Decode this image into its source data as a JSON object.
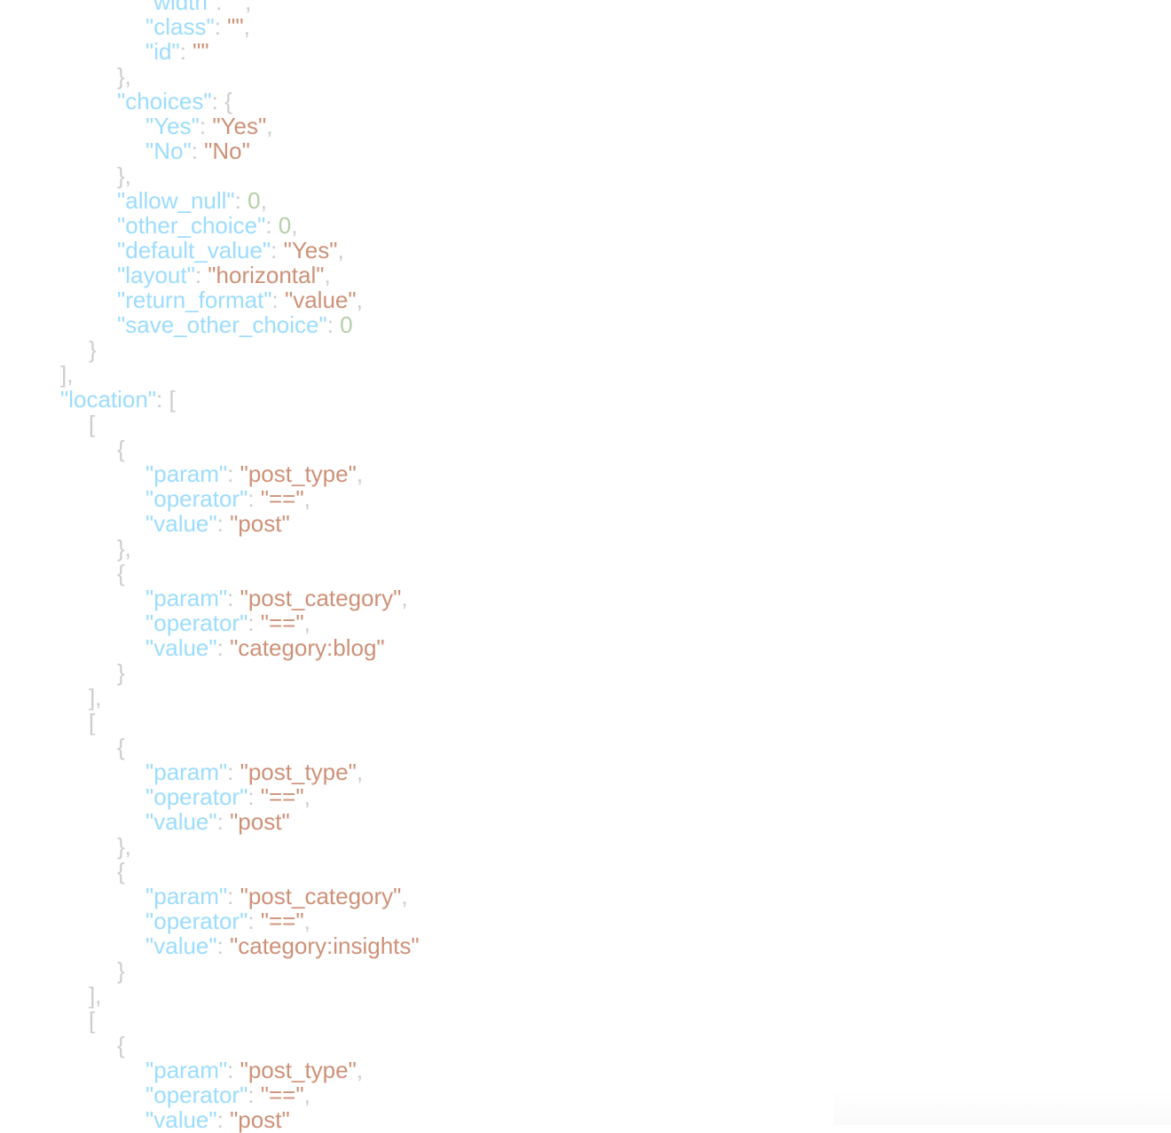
{
  "code_viewer": {
    "lines": [
      {
        "indent": 5,
        "tokens": [
          [
            "key",
            "\"width\""
          ],
          [
            "pun",
            ": "
          ],
          [
            "str",
            "\"\""
          ],
          [
            "pun",
            ","
          ]
        ]
      },
      {
        "indent": 5,
        "tokens": [
          [
            "key",
            "\"class\""
          ],
          [
            "pun",
            ": "
          ],
          [
            "str",
            "\"\""
          ],
          [
            "pun",
            ","
          ]
        ]
      },
      {
        "indent": 5,
        "tokens": [
          [
            "key",
            "\"id\""
          ],
          [
            "pun",
            ": "
          ],
          [
            "str",
            "\"\""
          ]
        ]
      },
      {
        "indent": 4,
        "tokens": [
          [
            "pun",
            "},"
          ]
        ]
      },
      {
        "indent": 4,
        "tokens": [
          [
            "key",
            "\"choices\""
          ],
          [
            "pun",
            ": {"
          ]
        ]
      },
      {
        "indent": 5,
        "tokens": [
          [
            "key",
            "\"Yes\""
          ],
          [
            "pun",
            ": "
          ],
          [
            "str",
            "\"Yes\""
          ],
          [
            "pun",
            ","
          ]
        ]
      },
      {
        "indent": 5,
        "tokens": [
          [
            "key",
            "\"No\""
          ],
          [
            "pun",
            ": "
          ],
          [
            "str",
            "\"No\""
          ]
        ]
      },
      {
        "indent": 4,
        "tokens": [
          [
            "pun",
            "},"
          ]
        ]
      },
      {
        "indent": 4,
        "tokens": [
          [
            "key",
            "\"allow_null\""
          ],
          [
            "pun",
            ": "
          ],
          [
            "num",
            "0"
          ],
          [
            "pun",
            ","
          ]
        ]
      },
      {
        "indent": 4,
        "tokens": [
          [
            "key",
            "\"other_choice\""
          ],
          [
            "pun",
            ": "
          ],
          [
            "num",
            "0"
          ],
          [
            "pun",
            ","
          ]
        ]
      },
      {
        "indent": 4,
        "tokens": [
          [
            "key",
            "\"default_value\""
          ],
          [
            "pun",
            ": "
          ],
          [
            "str",
            "\"Yes\""
          ],
          [
            "pun",
            ","
          ]
        ]
      },
      {
        "indent": 4,
        "tokens": [
          [
            "key",
            "\"layout\""
          ],
          [
            "pun",
            ": "
          ],
          [
            "str",
            "\"horizontal\""
          ],
          [
            "pun",
            ","
          ]
        ]
      },
      {
        "indent": 4,
        "tokens": [
          [
            "key",
            "\"return_format\""
          ],
          [
            "pun",
            ": "
          ],
          [
            "str",
            "\"value\""
          ],
          [
            "pun",
            ","
          ]
        ]
      },
      {
        "indent": 4,
        "tokens": [
          [
            "key",
            "\"save_other_choice\""
          ],
          [
            "pun",
            ": "
          ],
          [
            "num",
            "0"
          ]
        ]
      },
      {
        "indent": 3,
        "tokens": [
          [
            "pun",
            "}"
          ]
        ]
      },
      {
        "indent": 2,
        "tokens": [
          [
            "pun",
            "],"
          ]
        ]
      },
      {
        "indent": 2,
        "tokens": [
          [
            "key",
            "\"location\""
          ],
          [
            "pun",
            ": ["
          ]
        ]
      },
      {
        "indent": 3,
        "tokens": [
          [
            "pun",
            "["
          ]
        ]
      },
      {
        "indent": 4,
        "tokens": [
          [
            "pun",
            "{"
          ]
        ]
      },
      {
        "indent": 5,
        "tokens": [
          [
            "key",
            "\"param\""
          ],
          [
            "pun",
            ": "
          ],
          [
            "str",
            "\"post_type\""
          ],
          [
            "pun",
            ","
          ]
        ]
      },
      {
        "indent": 5,
        "tokens": [
          [
            "key",
            "\"operator\""
          ],
          [
            "pun",
            ": "
          ],
          [
            "str",
            "\"==\""
          ],
          [
            "pun",
            ","
          ]
        ]
      },
      {
        "indent": 5,
        "tokens": [
          [
            "key",
            "\"value\""
          ],
          [
            "pun",
            ": "
          ],
          [
            "str",
            "\"post\""
          ]
        ]
      },
      {
        "indent": 4,
        "tokens": [
          [
            "pun",
            "},"
          ]
        ]
      },
      {
        "indent": 4,
        "tokens": [
          [
            "pun",
            "{"
          ]
        ]
      },
      {
        "indent": 5,
        "tokens": [
          [
            "key",
            "\"param\""
          ],
          [
            "pun",
            ": "
          ],
          [
            "str",
            "\"post_category\""
          ],
          [
            "pun",
            ","
          ]
        ]
      },
      {
        "indent": 5,
        "tokens": [
          [
            "key",
            "\"operator\""
          ],
          [
            "pun",
            ": "
          ],
          [
            "str",
            "\"==\""
          ],
          [
            "pun",
            ","
          ]
        ]
      },
      {
        "indent": 5,
        "tokens": [
          [
            "key",
            "\"value\""
          ],
          [
            "pun",
            ": "
          ],
          [
            "str",
            "\"category:blog\""
          ]
        ]
      },
      {
        "indent": 4,
        "tokens": [
          [
            "pun",
            "}"
          ]
        ]
      },
      {
        "indent": 3,
        "tokens": [
          [
            "pun",
            "],"
          ]
        ]
      },
      {
        "indent": 3,
        "tokens": [
          [
            "pun",
            "["
          ]
        ]
      },
      {
        "indent": 4,
        "tokens": [
          [
            "pun",
            "{"
          ]
        ]
      },
      {
        "indent": 5,
        "tokens": [
          [
            "key",
            "\"param\""
          ],
          [
            "pun",
            ": "
          ],
          [
            "str",
            "\"post_type\""
          ],
          [
            "pun",
            ","
          ]
        ]
      },
      {
        "indent": 5,
        "tokens": [
          [
            "key",
            "\"operator\""
          ],
          [
            "pun",
            ": "
          ],
          [
            "str",
            "\"==\""
          ],
          [
            "pun",
            ","
          ]
        ]
      },
      {
        "indent": 5,
        "tokens": [
          [
            "key",
            "\"value\""
          ],
          [
            "pun",
            ": "
          ],
          [
            "str",
            "\"post\""
          ]
        ]
      },
      {
        "indent": 4,
        "tokens": [
          [
            "pun",
            "},"
          ]
        ]
      },
      {
        "indent": 4,
        "tokens": [
          [
            "pun",
            "{"
          ]
        ]
      },
      {
        "indent": 5,
        "tokens": [
          [
            "key",
            "\"param\""
          ],
          [
            "pun",
            ": "
          ],
          [
            "str",
            "\"post_category\""
          ],
          [
            "pun",
            ","
          ]
        ]
      },
      {
        "indent": 5,
        "tokens": [
          [
            "key",
            "\"operator\""
          ],
          [
            "pun",
            ": "
          ],
          [
            "str",
            "\"==\""
          ],
          [
            "pun",
            ","
          ]
        ]
      },
      {
        "indent": 5,
        "tokens": [
          [
            "key",
            "\"value\""
          ],
          [
            "pun",
            ": "
          ],
          [
            "str",
            "\"category:insights\""
          ]
        ]
      },
      {
        "indent": 4,
        "tokens": [
          [
            "pun",
            "}"
          ]
        ]
      },
      {
        "indent": 3,
        "tokens": [
          [
            "pun",
            "],"
          ]
        ]
      },
      {
        "indent": 3,
        "tokens": [
          [
            "pun",
            "["
          ]
        ]
      },
      {
        "indent": 4,
        "tokens": [
          [
            "pun",
            "{"
          ]
        ]
      },
      {
        "indent": 5,
        "tokens": [
          [
            "key",
            "\"param\""
          ],
          [
            "pun",
            ": "
          ],
          [
            "str",
            "\"post_type\""
          ],
          [
            "pun",
            ","
          ]
        ]
      },
      {
        "indent": 5,
        "tokens": [
          [
            "key",
            "\"operator\""
          ],
          [
            "pun",
            ": "
          ],
          [
            "str",
            "\"==\""
          ],
          [
            "pun",
            ","
          ]
        ]
      },
      {
        "indent": 5,
        "tokens": [
          [
            "key",
            "\"value\""
          ],
          [
            "pun",
            ": "
          ],
          [
            "str",
            "\"post\""
          ]
        ]
      }
    ]
  },
  "colors": {
    "key": "#9cdcfe",
    "string": "#ce9178",
    "number": "#b5cea8",
    "punctuation": "#cccccc",
    "background": "#ffffff"
  }
}
